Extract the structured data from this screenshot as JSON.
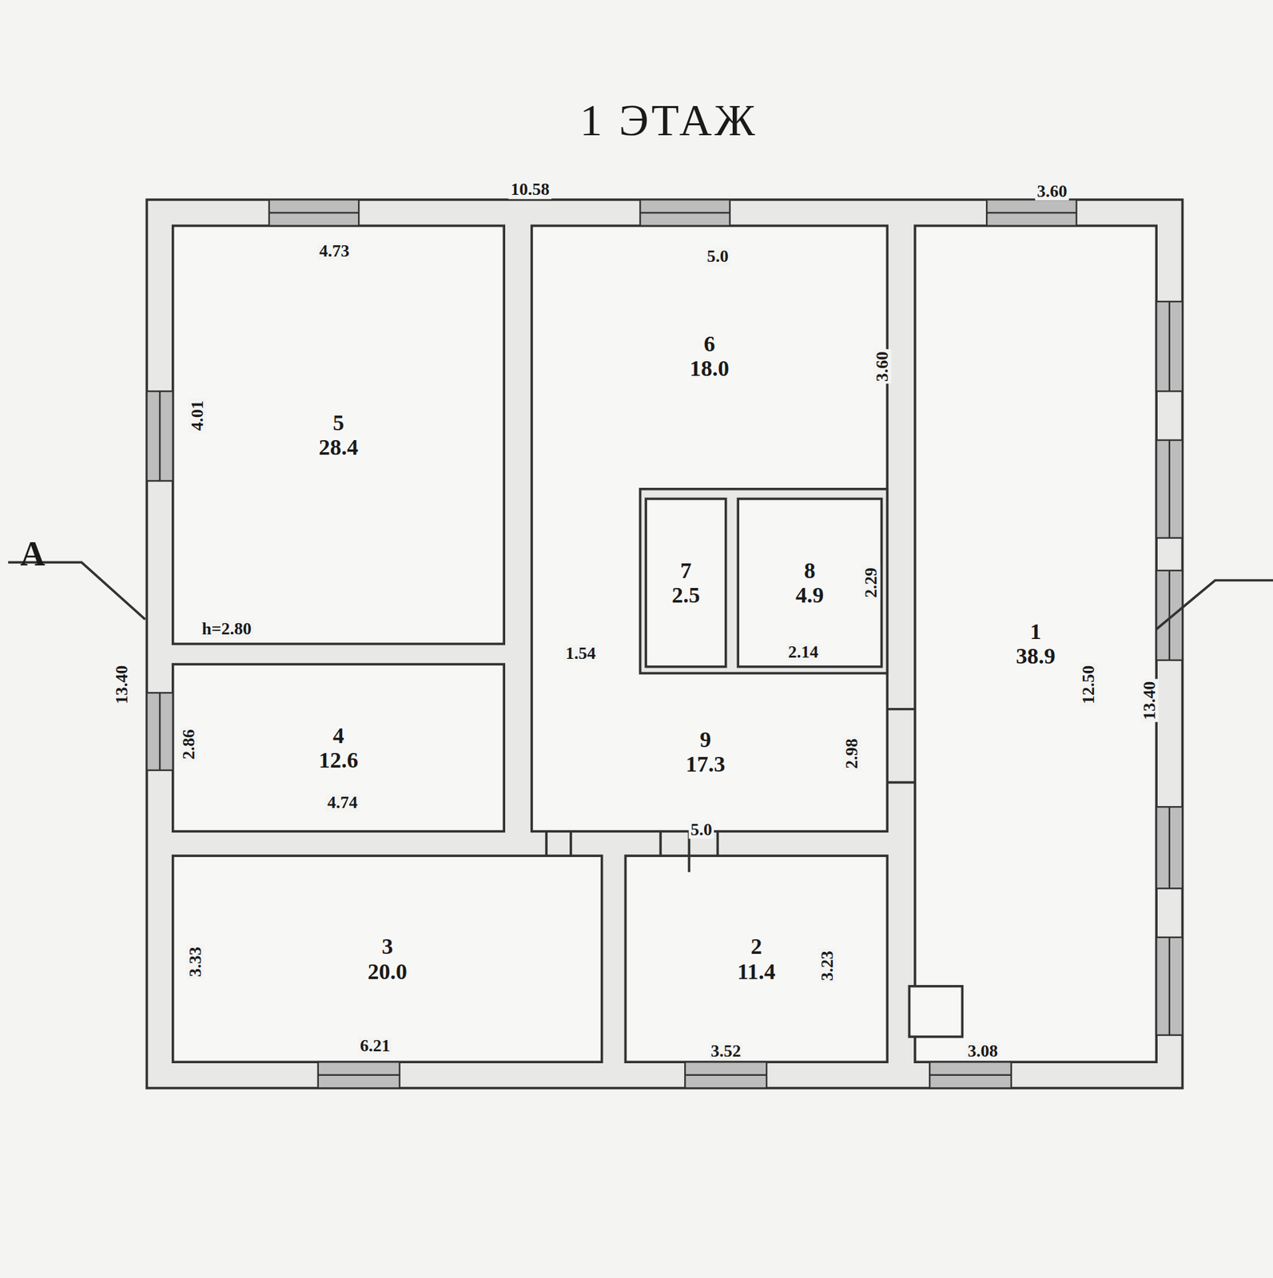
{
  "diagram": {
    "title": "1 ЭТАЖ",
    "nodes": [
      {
        "text": [
          "5",
          "28.4"
        ]
      },
      {
        "text": [
          "6",
          "18.0"
        ]
      },
      {
        "text": [
          "7",
          "2.5"
        ]
      },
      {
        "text": [
          "8",
          "4.9"
        ]
      },
      {
        "text": [
          "4",
          "12.6"
        ]
      },
      {
        "text": [
          "9",
          "17.3"
        ]
      },
      {
        "text": [
          "1",
          "38.9"
        ]
      },
      {
        "text": [
          "3",
          "20.0"
        ]
      },
      {
        "text": [
          "2",
          "11.4"
        ]
      }
    ],
    "labels": [
      "10.58",
      "3.60",
      "4.73",
      "5.0",
      "4.01",
      "3.60",
      "A",
      "2.29",
      "h=2.80",
      "1.54",
      "2.14",
      "13.40",
      "12.50",
      "13.40",
      "2.86",
      "2.98",
      "4.74",
      "5.0",
      "3.33",
      "3.23",
      "6.21",
      "3.52",
      "3.08"
    ]
  }
}
